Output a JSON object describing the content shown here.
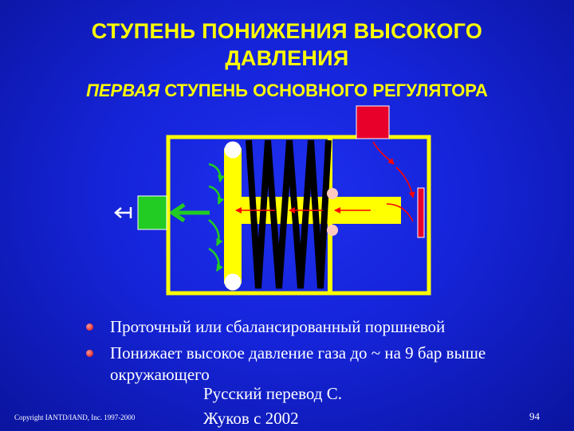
{
  "title": {
    "line1": "СТУПЕНЬ ПОНИЖЕНИЯ ВЫСОКОГО",
    "line2": "ДАВЛЕНИЯ"
  },
  "subtitle": {
    "italic": "ПЕРВАЯ",
    "rest": " СТУПЕНЬ ОСНОВНОГО РЕГУЛЯТОРА"
  },
  "bullets": [
    "Проточный или сбалансированный поршневой",
    "Понижает высокое давление газа до ~ на 9 бар выше окружающего"
  ],
  "credit": "Русский перевод С. Жуков с 2002",
  "copyright": "Copyright IANTD/IAND, Inc. 1997-2000",
  "page_number": "94",
  "colors": {
    "background": "#1524d8",
    "frame": "#ffff00",
    "spring": "#000000",
    "inlet": "#e8002a",
    "outlet": "#22cc22",
    "arrow_red": "#ff0000",
    "arrow_green": "#22cc22"
  }
}
